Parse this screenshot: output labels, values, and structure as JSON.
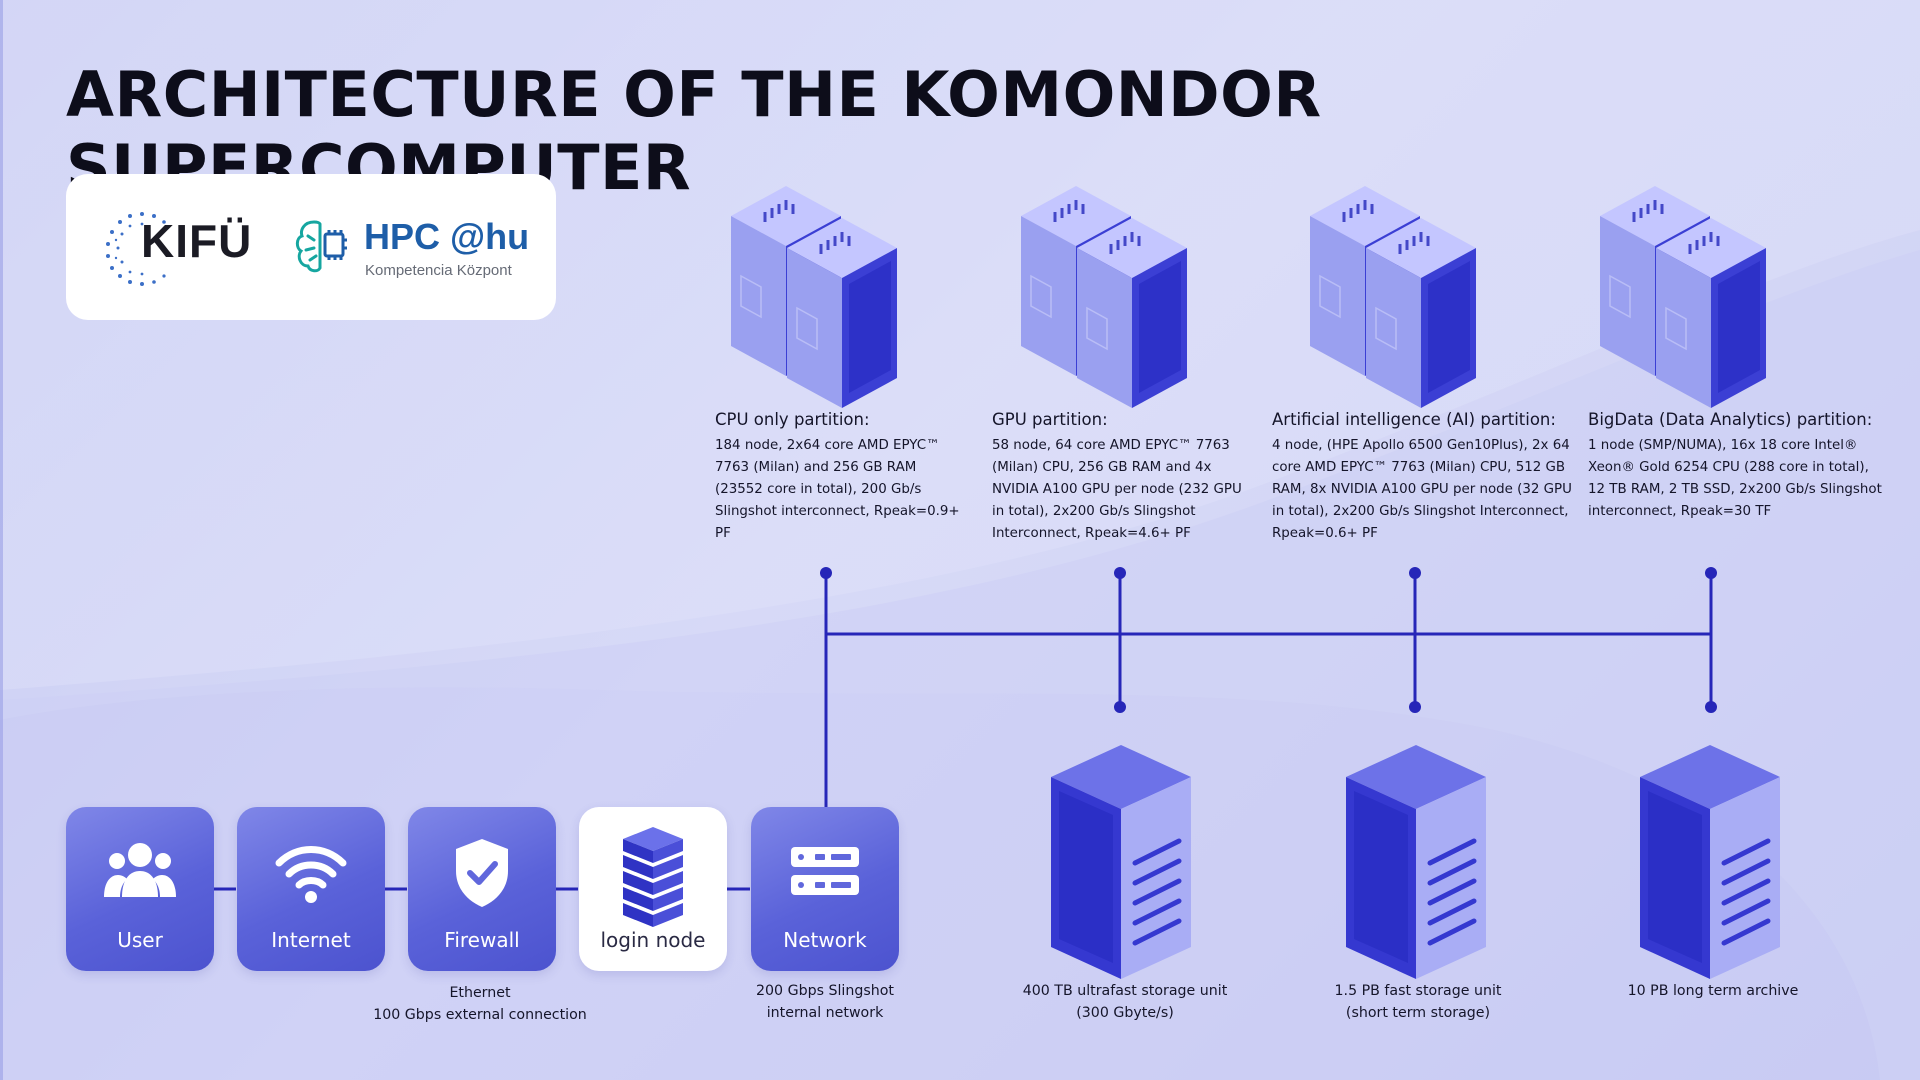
{
  "title": "ARCHITECTURE OF THE KOMONDOR SUPERCOMPUTER",
  "logos": {
    "kifu": "KIFÜ",
    "hpc": "HPC @hu",
    "hpc_sub": "Kompetencia Központ"
  },
  "partitions": [
    {
      "title": "CPU only partition:",
      "desc": "184 node, 2x64 core AMD EPYC™ 7763 (Milan) and 256 GB RAM (23552 core in total), 200 Gb/s Slingshot interconnect, Rpeak=0.9+ PF"
    },
    {
      "title": "GPU partition:",
      "desc": "58 node, 64 core AMD EPYC™ 7763 (Milan) CPU, 256 GB RAM and 4x NVIDIA A100 GPU per node (232 GPU in total), 2x200 Gb/s Slingshot Interconnect, Rpeak=4.6+ PF"
    },
    {
      "title": "Artificial intelligence (AI) partition:",
      "desc": "4 node, (HPE Apollo 6500 Gen10Plus), 2x 64 core AMD EPYC™ 7763 (Milan) CPU, 512 GB RAM, 8x NVIDIA A100 GPU per node (32 GPU in total), 2x200 Gb/s Slingshot Interconnect, Rpeak=0.6+ PF"
    },
    {
      "title": "BigData (Data Analytics) partition:",
      "desc": "1 node (SMP/NUMA), 16x 18 core Intel® Xeon® Gold 6254 CPU (288 core in total), 12 TB RAM, 2 TB SSD, 2x200 Gb/s Slingshot interconnect, Rpeak=30 TF"
    }
  ],
  "chain": [
    {
      "label": "User",
      "icon": "users-icon"
    },
    {
      "label": "Internet",
      "icon": "wifi-icon"
    },
    {
      "label": "Firewall",
      "icon": "shield-check-icon"
    },
    {
      "label": "login node",
      "icon": "server-stack-icon"
    },
    {
      "label": "Network",
      "icon": "network-switch-icon"
    }
  ],
  "captions": {
    "ethernet": "Ethernet",
    "ethernet_sub": "100 Gbps external connection",
    "slingshot": "200 Gbps Slingshot",
    "slingshot_sub": "internal network"
  },
  "storage": [
    {
      "line1": "400 TB ultrafast storage unit",
      "line2": "(300 Gbyte/s)"
    },
    {
      "line1": "1.5 PB fast storage unit",
      "line2": "(short term storage)"
    },
    {
      "line1": "10 PB long term archive",
      "line2": ""
    }
  ],
  "colors": {
    "line": "#2626b8",
    "accent": "#5a62d9",
    "title": "#0d0d1a"
  }
}
